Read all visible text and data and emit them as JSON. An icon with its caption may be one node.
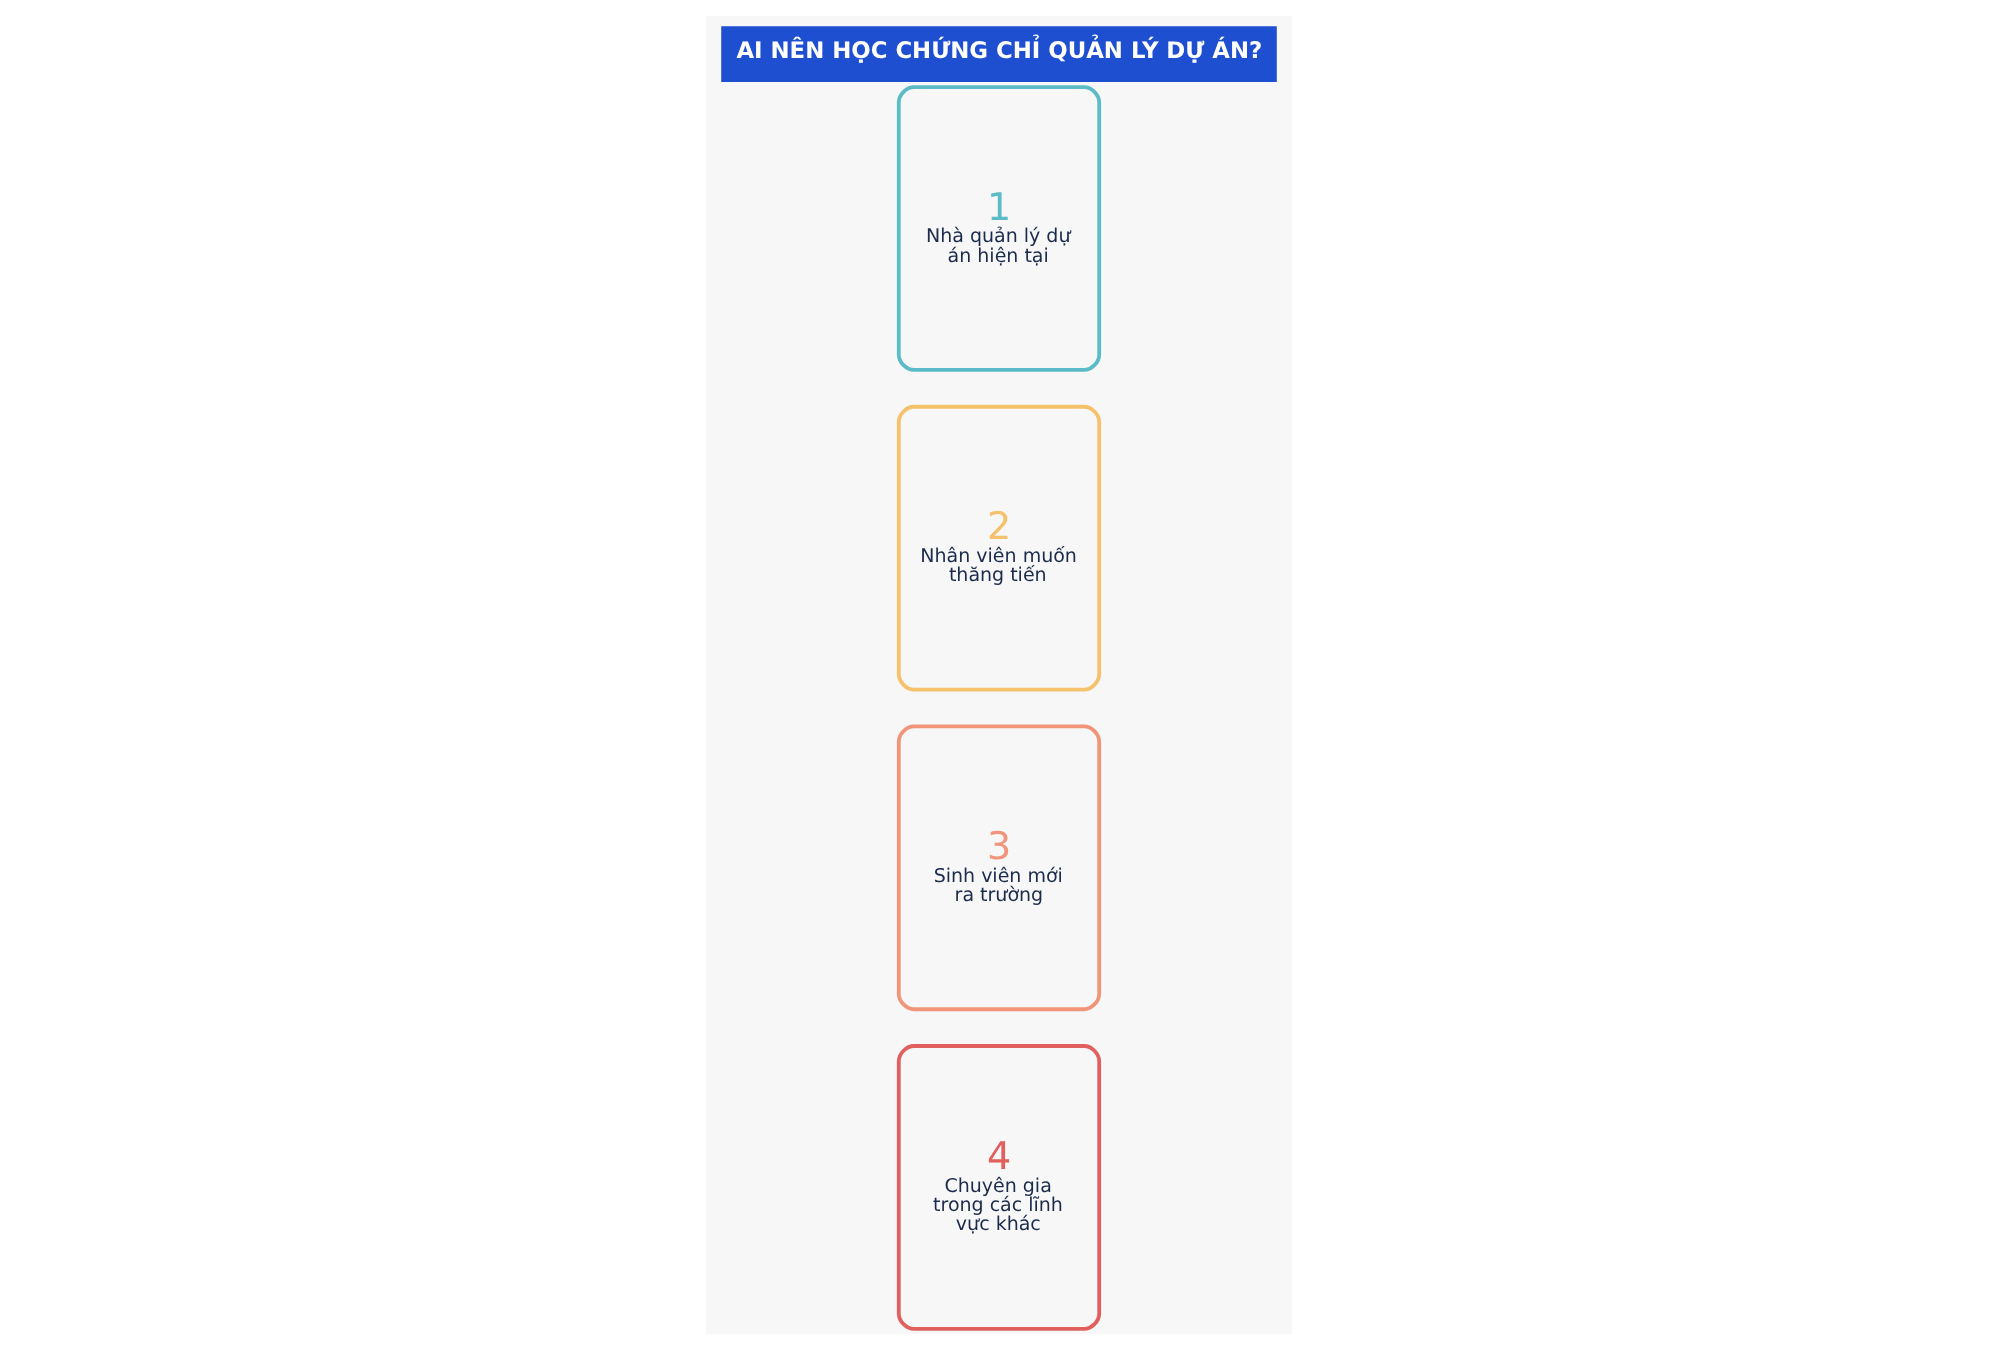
{
  "diagram": {
    "title": "AI NÊN HỌC CHỨNG CHỈ QUẢN LÝ DỰ ÁN?",
    "nodes": [
      {
        "text": [
          "1",
          "Nhà quản lý dự án hiện tại"
        ]
      },
      {
        "text": [
          "2",
          "Nhân viên muốn thăng tiến"
        ]
      },
      {
        "text": [
          "3",
          "Sinh viên mới ra trường"
        ]
      },
      {
        "text": [
          "4",
          "Chuyên gia trong các lĩnh vực khác"
        ]
      }
    ],
    "edges": []
  }
}
